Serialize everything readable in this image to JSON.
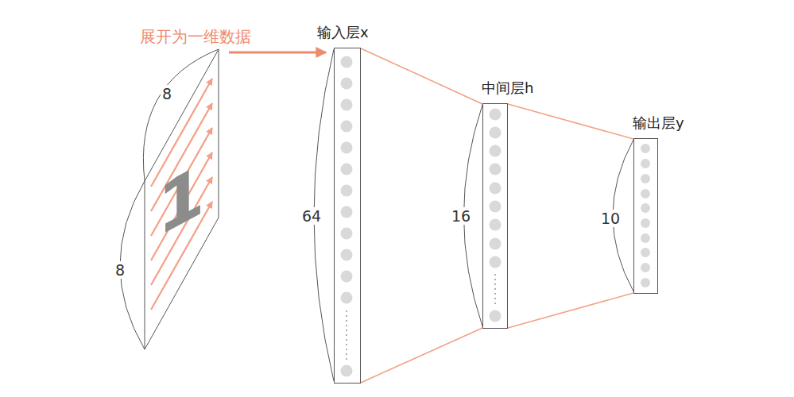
{
  "diagram": {
    "nodes": [
      {
        "text": [
          "1"
        ]
      },
      {
        "text": [
          "输入层x"
        ]
      },
      {
        "text": [
          "中间层h"
        ]
      },
      {
        "text": [
          "输出层y"
        ]
      }
    ],
    "edges": [
      {
        "from": 0,
        "to": 1,
        "arrow": "to"
      },
      {
        "from": 1,
        "to": 2,
        "arrow": "none"
      },
      {
        "from": 1,
        "to": 2,
        "arrow": "none"
      },
      {
        "from": 2,
        "to": 3,
        "arrow": "none"
      },
      {
        "from": 2,
        "to": 3,
        "arrow": "none"
      }
    ],
    "labels": [
      "展开为一维数据",
      "8",
      "8",
      "64",
      "16",
      "10"
    ]
  }
}
